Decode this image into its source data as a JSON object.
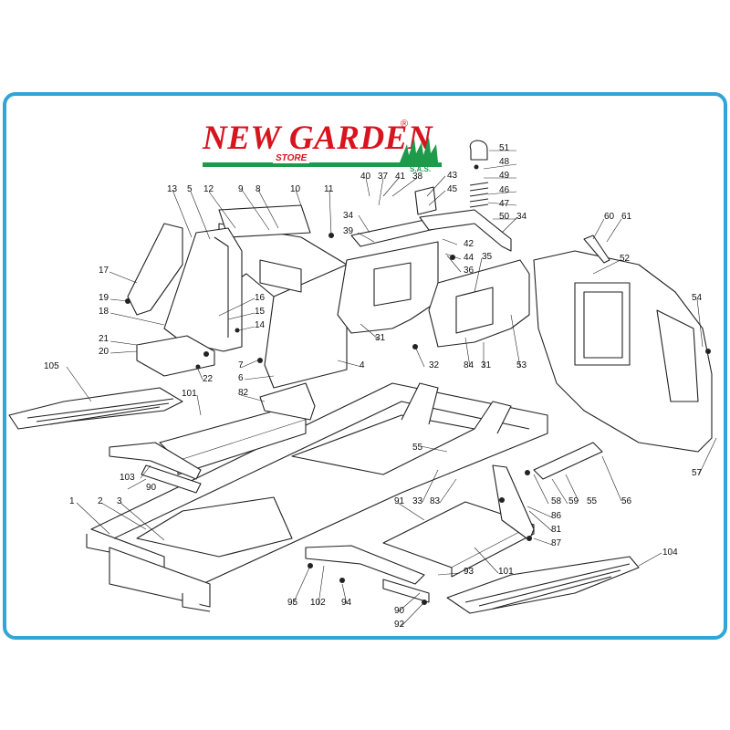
{
  "logo": {
    "name": "NEW GARDEN",
    "registered": "®",
    "store": "STORE",
    "sas": "S.A.S.",
    "brand_red": "#d8141f",
    "brand_green": "#1d9a4a"
  },
  "frame_color": "#31a5d7",
  "callouts": [
    {
      "id": "c1",
      "text": "1"
    },
    {
      "id": "c2",
      "text": "2"
    },
    {
      "id": "c3",
      "text": "3"
    },
    {
      "id": "c4",
      "text": "4"
    },
    {
      "id": "c5",
      "text": "5"
    },
    {
      "id": "c6",
      "text": "6"
    },
    {
      "id": "c7",
      "text": "7"
    },
    {
      "id": "c8",
      "text": "8"
    },
    {
      "id": "c9",
      "text": "9"
    },
    {
      "id": "c10",
      "text": "10"
    },
    {
      "id": "c11",
      "text": "11"
    },
    {
      "id": "c12",
      "text": "12"
    },
    {
      "id": "c13",
      "text": "13"
    },
    {
      "id": "c14",
      "text": "14"
    },
    {
      "id": "c15",
      "text": "15"
    },
    {
      "id": "c16",
      "text": "16"
    },
    {
      "id": "c17",
      "text": "17"
    },
    {
      "id": "c18",
      "text": "18"
    },
    {
      "id": "c19",
      "text": "19"
    },
    {
      "id": "c20",
      "text": "20"
    },
    {
      "id": "c21",
      "text": "21"
    },
    {
      "id": "c22",
      "text": "22"
    },
    {
      "id": "c31a",
      "text": "31"
    },
    {
      "id": "c31b",
      "text": "31"
    },
    {
      "id": "c32",
      "text": "32"
    },
    {
      "id": "c33",
      "text": "33"
    },
    {
      "id": "c34a",
      "text": "34"
    },
    {
      "id": "c34b",
      "text": "34"
    },
    {
      "id": "c35",
      "text": "35"
    },
    {
      "id": "c36",
      "text": "36"
    },
    {
      "id": "c37",
      "text": "37"
    },
    {
      "id": "c38",
      "text": "38"
    },
    {
      "id": "c39",
      "text": "39"
    },
    {
      "id": "c40",
      "text": "40"
    },
    {
      "id": "c41",
      "text": "41"
    },
    {
      "id": "c42",
      "text": "42"
    },
    {
      "id": "c43",
      "text": "43"
    },
    {
      "id": "c44",
      "text": "44"
    },
    {
      "id": "c45",
      "text": "45"
    },
    {
      "id": "c46",
      "text": "46"
    },
    {
      "id": "c47",
      "text": "47"
    },
    {
      "id": "c48",
      "text": "48"
    },
    {
      "id": "c49",
      "text": "49"
    },
    {
      "id": "c50",
      "text": "50"
    },
    {
      "id": "c51",
      "text": "51"
    },
    {
      "id": "c52",
      "text": "52"
    },
    {
      "id": "c53",
      "text": "53"
    },
    {
      "id": "c54",
      "text": "54"
    },
    {
      "id": "c55a",
      "text": "55"
    },
    {
      "id": "c55b",
      "text": "55"
    },
    {
      "id": "c56",
      "text": "56"
    },
    {
      "id": "c57",
      "text": "57"
    },
    {
      "id": "c58",
      "text": "58"
    },
    {
      "id": "c59",
      "text": "59"
    },
    {
      "id": "c60",
      "text": "60"
    },
    {
      "id": "c61",
      "text": "61"
    },
    {
      "id": "c81",
      "text": "81"
    },
    {
      "id": "c82",
      "text": "82"
    },
    {
      "id": "c83",
      "text": "83"
    },
    {
      "id": "c84",
      "text": "84"
    },
    {
      "id": "c86",
      "text": "86"
    },
    {
      "id": "c87",
      "text": "87"
    },
    {
      "id": "c90a",
      "text": "90"
    },
    {
      "id": "c90b",
      "text": "90"
    },
    {
      "id": "c91",
      "text": "91"
    },
    {
      "id": "c92",
      "text": "92"
    },
    {
      "id": "c93",
      "text": "93"
    },
    {
      "id": "c94",
      "text": "94"
    },
    {
      "id": "c95",
      "text": "95"
    },
    {
      "id": "c101a",
      "text": "101"
    },
    {
      "id": "c101b",
      "text": "101"
    },
    {
      "id": "c102",
      "text": "102"
    },
    {
      "id": "c103",
      "text": "103"
    },
    {
      "id": "c104",
      "text": "104"
    },
    {
      "id": "c105",
      "text": "105"
    }
  ]
}
